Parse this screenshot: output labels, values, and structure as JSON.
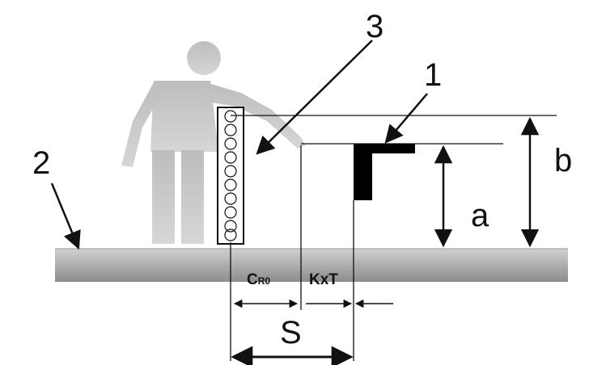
{
  "labels": {
    "marker_1": "1",
    "marker_2": "2",
    "marker_3": "3",
    "dim_a": "a",
    "dim_b": "b",
    "dim_s": "S",
    "dim_kxt": "KxT",
    "dim_cr0_main": "C",
    "dim_cr0_sub": "R0"
  },
  "colors": {
    "line": "#111111",
    "barrier": "#000000",
    "person": "#c4c4c4",
    "ground_top": "#c8c8c8",
    "ground_bottom": "#8f8f8f"
  },
  "icons": {
    "person": "person-silhouette-icon",
    "light_curtain": "light-curtain-icon",
    "barrier": "barrier-icon",
    "ground": "ground-plane-icon"
  }
}
